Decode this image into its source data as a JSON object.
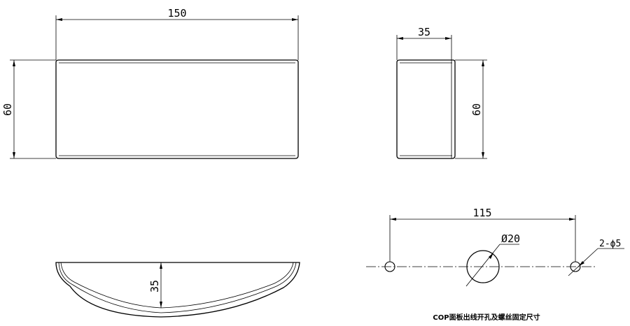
{
  "front_view": {
    "width_dim": "150",
    "height_dim": "60"
  },
  "side_view": {
    "width_dim": "35",
    "height_dim": "60"
  },
  "bottom_view": {
    "depth_dim": "35"
  },
  "hole_layout": {
    "spacing_dim": "115",
    "center_hole_dim": "Ø20",
    "side_hole_dim": "2-ϕ5",
    "caption": "COP面板出线开孔及螺丝固定尺寸"
  }
}
